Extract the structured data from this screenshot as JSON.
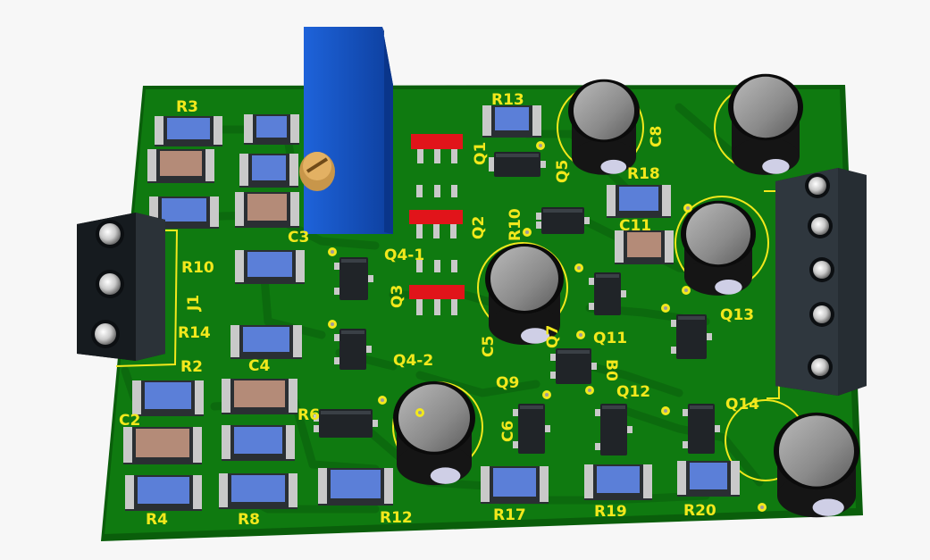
{
  "colors": {
    "background": "#f7f7f7",
    "board": "#0f7a10",
    "board_edge": "#0a5e0b",
    "trace": "#0c6a0e",
    "silkscreen": "#f2e81c",
    "resistor_body": "#5b7fd8",
    "capacitor_body": "#b48b78",
    "chip_body": "#202428",
    "red_pads": "#e1141a",
    "trimmer_body": "#1554c7",
    "terminal_block": "#1b2126"
  },
  "labels": {
    "R3": "R3",
    "R13": "R13",
    "Q1": "Q1",
    "C8": "C8",
    "C3": "C3",
    "Q2": "Q2",
    "R10_left": "R10",
    "R10_right": "R10",
    "R18": "R18",
    "C11": "C11",
    "Q4_1": "Q4-1",
    "Q3": "Q3",
    "J1": "J1",
    "R14": "R14",
    "R2": "R2",
    "C4": "C4",
    "Q4_2": "Q4-2",
    "C5": "C5",
    "Q7": "Q7",
    "Q11": "Q11",
    "Q13": "Q13",
    "R6": "R6",
    "Q9": "Q9",
    "Q12": "Q12",
    "Q14": "Q14",
    "C2": "C2",
    "C6": "C6",
    "R4": "R4",
    "R8": "R8",
    "R12": "R12",
    "R17": "R17",
    "R19": "R19",
    "R20": "R20",
    "Q5": "Q5",
    "B0": "B0"
  }
}
